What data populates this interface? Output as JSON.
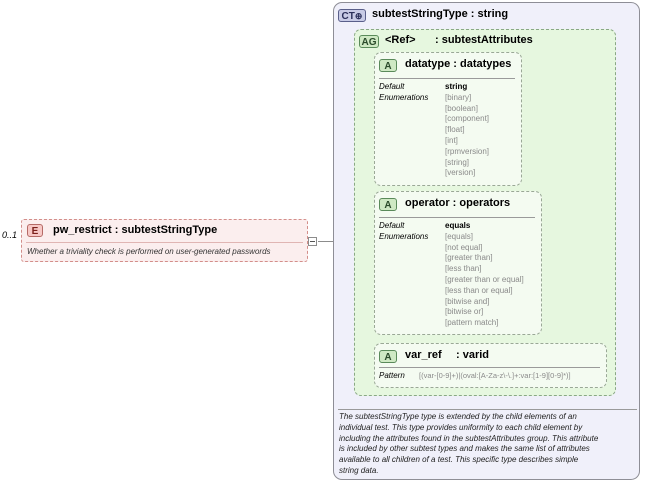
{
  "element": {
    "occurrence": "0..1",
    "badge": "E",
    "title": "pw_restrict : subtestStringType",
    "description": "Whether a triviality check is performed on user-generated passwords"
  },
  "complex_type": {
    "badge": "CT",
    "title": "subtestStringType : string",
    "documentation": [
      "The subtestStringType type is extended by the child elements of an",
      "individual test.  This type provides uniformity to each child element by",
      "including the attributes found in the subtestAttributes group.  This attribute",
      "is included by other subtest types and makes the same list of attributes",
      "available to all children of a test.  This specific type describes simple",
      "string data."
    ]
  },
  "attribute_group": {
    "badge": "AG",
    "ref_label": "<Ref>",
    "title": ": subtestAttributes"
  },
  "attributes": [
    {
      "badge": "A",
      "title": "datatype : datatypes",
      "default_label": "Default",
      "default_value": "string",
      "enum_label": "Enumerations",
      "enumerations": [
        "[binary]",
        "[boolean]",
        "[component]",
        "[float]",
        "[int]",
        "[rpmversion]",
        "[string]",
        "[version]"
      ]
    },
    {
      "badge": "A",
      "title": "operator : operators",
      "default_label": "Default",
      "default_value": "equals",
      "enum_label": "Enumerations",
      "enumerations": [
        "[equals]",
        "[not equal]",
        "[greater than]",
        "[less than]",
        "[greater than or equal]",
        "[less than or equal]",
        "[bitwise and]",
        "[bitwise or]",
        "[pattern match]"
      ]
    },
    {
      "badge": "A",
      "title_name": "var_ref",
      "title_type": ": varid",
      "pattern_label": "Pattern",
      "pattern_value": "[(var-[0-9]+)|(oval:[A-Za-z\\-\\.]+:var:[1-9][0-9]*)]"
    }
  ],
  "colors": {
    "ct_fill": "#f0f0fa",
    "ct_border": "#8e8e96",
    "ag_fill": "#e6f7df",
    "attr_fill": "#f4fbf1",
    "element_fill": "#fbeeee",
    "element_border": "#d38e8a"
  }
}
